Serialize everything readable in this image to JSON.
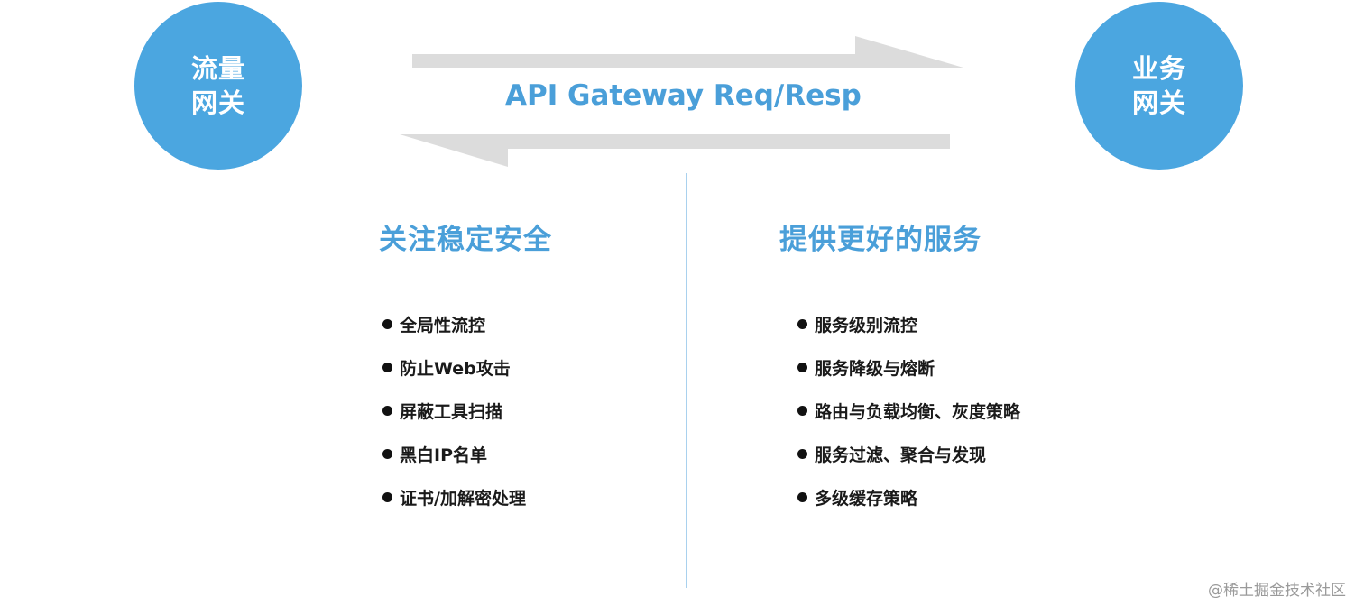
{
  "left_circle": {
    "line1": "流量",
    "line2": "网关"
  },
  "right_circle": {
    "line1": "业务",
    "line2": "网关"
  },
  "gateway_label": "API Gateway Req/Resp",
  "left_column": {
    "title": "关注稳定安全",
    "items": [
      "全局性流控",
      "防止Web攻击",
      "屏蔽工具扫描",
      "黑白IP名单",
      "证书/加解密处理"
    ]
  },
  "right_column": {
    "title": "提供更好的服务",
    "items": [
      "服务级别流控",
      "服务降级与熔断",
      "路由与负载均衡、灰度策略",
      "服务过滤、聚合与发现",
      "多级缓存策略"
    ]
  },
  "watermark": "@稀土掘金技术社区",
  "colors": {
    "circle": "#4ba6e0",
    "accent_text": "#4a9fd9",
    "arrow": "#dcdcdc",
    "divider": "#a9d1ee"
  }
}
